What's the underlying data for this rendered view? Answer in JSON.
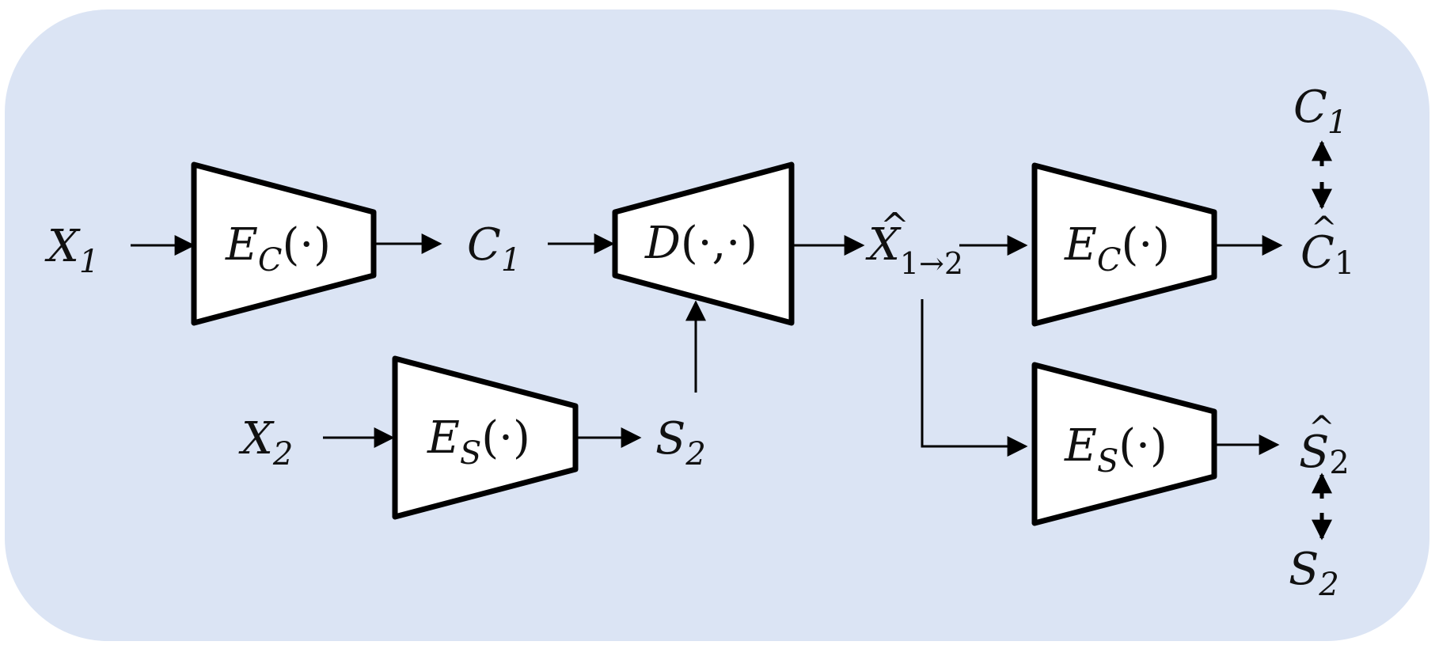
{
  "colors": {
    "panel": "#dbe4f4",
    "stroke": "#000000",
    "box_fill": "#ffffff"
  },
  "inputs": {
    "x1": {
      "base": "X",
      "sub": "1"
    },
    "x2": {
      "base": "X",
      "sub": "2"
    }
  },
  "blocks": {
    "enc_c_1": {
      "base": "E",
      "sub": "C",
      "arg": "(·)"
    },
    "decoder": {
      "base": "D",
      "arg": "(·,·)"
    },
    "enc_s_1": {
      "base": "E",
      "sub": "S",
      "arg": "(·)"
    },
    "enc_c_2": {
      "base": "E",
      "sub": "C",
      "arg": "(·)"
    },
    "enc_s_2": {
      "base": "E",
      "sub": "S",
      "arg": "(·)"
    }
  },
  "intermediates": {
    "c1": {
      "base": "C",
      "sub": "1"
    },
    "s2": {
      "base": "S",
      "sub": "2"
    },
    "x_hat": {
      "base": "X",
      "hat": "^",
      "sub": "1→2"
    }
  },
  "outputs": {
    "c1_hat": {
      "base": "C",
      "hat": "^",
      "sub": "1"
    },
    "s2_hat": {
      "base": "S",
      "hat": "^",
      "sub": "2"
    },
    "c1_target": {
      "base": "C",
      "sub": "1"
    },
    "s2_target": {
      "base": "S",
      "sub": "2"
    }
  }
}
